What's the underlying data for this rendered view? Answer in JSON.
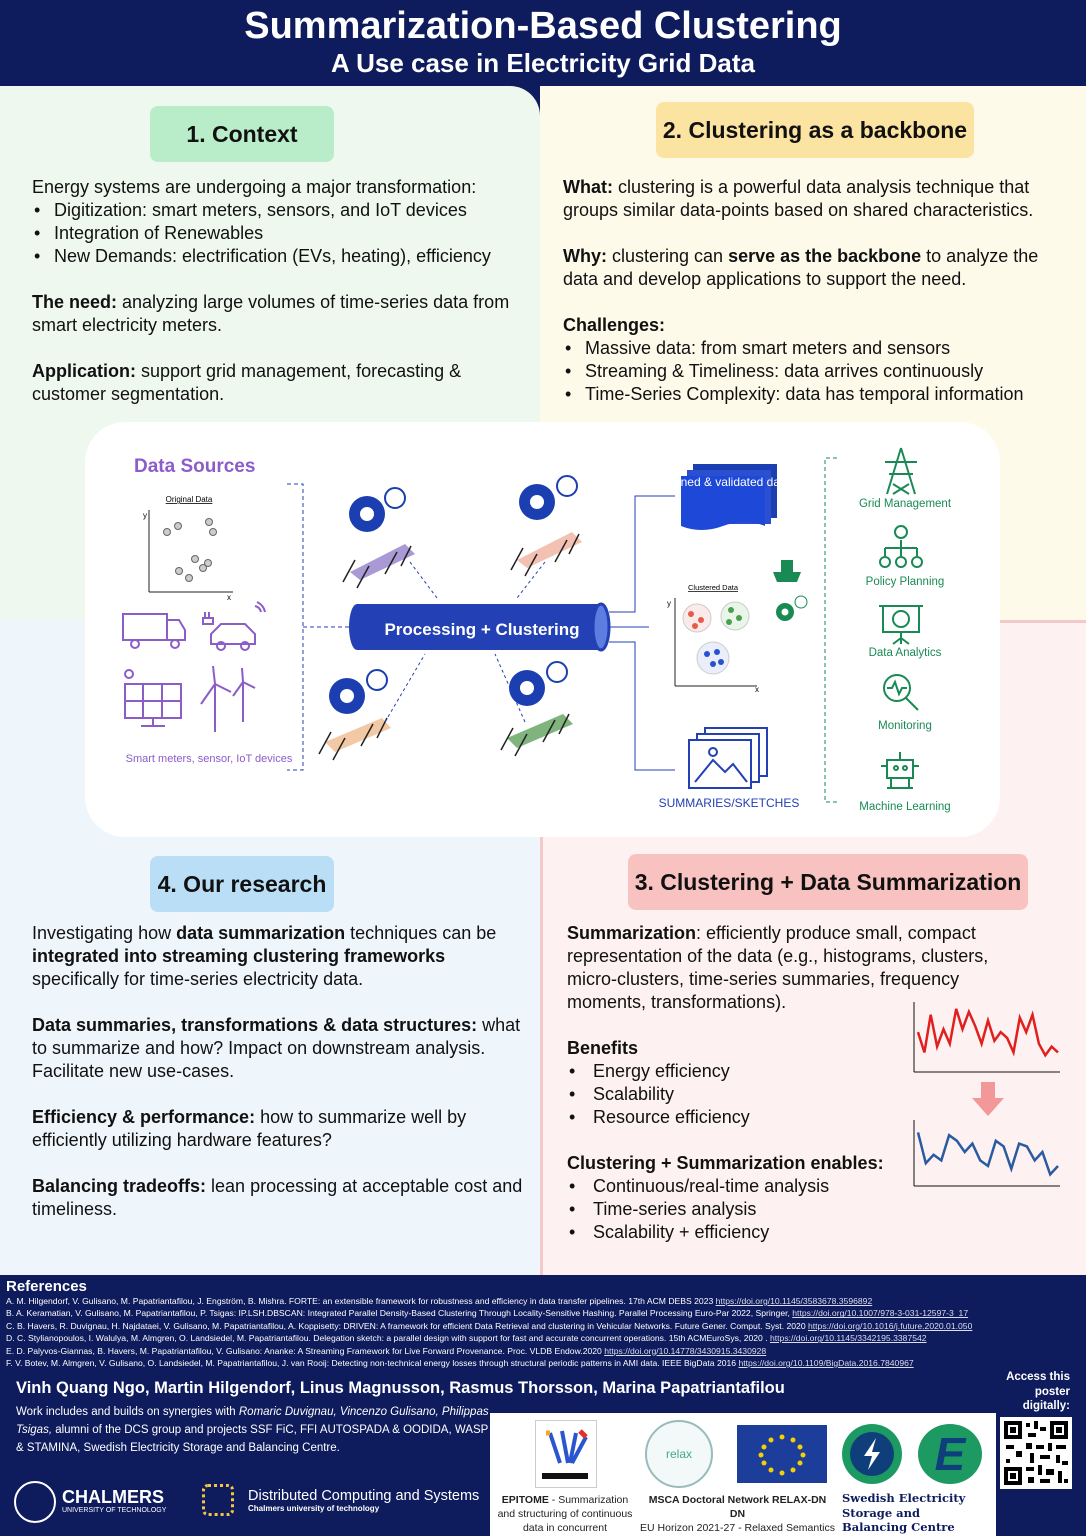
{
  "header": {
    "title": "Summarization-Based Clustering",
    "subtitle": "A Use case in Electricity Grid Data"
  },
  "context": {
    "heading": "1. Context",
    "intro": "Energy systems are undergoing a major transformation:",
    "bullets": [
      "Digitization: smart meters, sensors, and IoT devices",
      "Integration of Renewables",
      "New Demands: electrification (EVs, heating), efficiency"
    ],
    "need_label": "The need:",
    "need_text": " analyzing large volumes of time-series data from smart electricity meters.",
    "app_label": "Application:",
    "app_text": " support grid management, forecasting & customer segmentation."
  },
  "backbone": {
    "heading": "2. Clustering as a backbone",
    "what_label": "What:",
    "what_text": " clustering is a powerful data analysis technique that groups similar data-points based on shared characteristics.",
    "why_label": "Why:",
    "why_text1": " clustering can ",
    "why_bold": "serve as the backbone",
    "why_text2": " to analyze the data and develop applications to support the need.",
    "challenges_label": "Challenges:",
    "challenges": [
      "Massive data: from smart meters and sensors",
      "Streaming & Timeliness: data arrives continuously",
      "Time-Series Complexity: data has temporal information"
    ]
  },
  "diagram": {
    "sources_title": "Data Sources",
    "original_data": "Original Data",
    "devices_label": "Smart meters, sensor, IoT devices",
    "processing": "Processing + Clustering",
    "cleaned": "Cleaned & validated data",
    "clustered_data": "Clustered Data",
    "summaries": "SUMMARIES/SKETCHES",
    "axis_x": "x",
    "axis_y": "y",
    "apps": [
      "Grid Management",
      "Policy Planning",
      "Data Analytics",
      "Monitoring",
      "Machine Learning"
    ]
  },
  "research": {
    "heading": "4. Our research",
    "p1a": "Investigating how ",
    "p1b": "data summarization",
    "p1c": " techniques can be ",
    "p1d": "integrated into streaming clustering frameworks",
    "p1e": " specifically for time-series electricity data.",
    "p2_label": "Data summaries, transformations & data structures:",
    "p2_text": " what to summarize and how? Impact on downstream analysis. Facilitate new use-cases.",
    "p3_label": "Efficiency & performance:",
    "p3_text": " how to summarize well by efficiently utilizing hardware features?",
    "p4_label": "Balancing tradeoffs:",
    "p4_text": " lean processing at acceptable cost and timeliness."
  },
  "summarization": {
    "heading": "3. Clustering + Data Summarization",
    "def_label": "Summarization",
    "def_text": ": efficiently produce small, compact representation of the data (e.g., histograms, clusters, micro-clusters, time-series summaries, frequency moments, transformations).",
    "benefits_label": "Benefits",
    "benefits": [
      "Energy efficiency",
      "Scalability",
      "Resource efficiency"
    ],
    "enables_label": "Clustering + Summarization enables:",
    "enables": [
      "Continuous/real-time analysis",
      "Time-series analysis",
      "Scalability + efficiency"
    ],
    "red_series": [
      0.55,
      0.2,
      0.85,
      0.3,
      0.6,
      0.35,
      0.95,
      0.6,
      0.9,
      0.65,
      0.35,
      0.75,
      0.4,
      0.55,
      0.45,
      0.2,
      0.8,
      0.55,
      0.85,
      0.35,
      0.15,
      0.3,
      0.2
    ],
    "blue_series": [
      0.85,
      0.3,
      0.45,
      0.35,
      0.8,
      0.7,
      0.5,
      0.65,
      0.35,
      0.25,
      0.7,
      0.6,
      0.2,
      0.65,
      0.6,
      0.35,
      0.5,
      0.1,
      0.25
    ]
  },
  "references": {
    "title": "References",
    "items": [
      {
        "letter": "A.",
        "text": "M. Hilgendorf, V. Gulisano, M. Papatriantafilou, J. Engström,  B. Mishra. FORTE: an extensible framework for robustness and efficiency in data transfer pipelines. 17th ACM DEBS 2023 ",
        "link": "https://doi.org/10.1145/3583678.3596892"
      },
      {
        "letter": "B.",
        "text": "A. Keramatian, V. Gulisano, M. Papatriantafilou, P. Tsigas: IP.LSH.DBSCAN: Integrated Parallel Density-Based Clustering Through Locality-Sensitive Hashing. Parallel Processing Euro-Par 2022, Springer, ",
        "link": "https://doi.org/10.1007/978-3-031-12597-3_17"
      },
      {
        "letter": "C.",
        "text": "B. Havers, R. Duvignau, H. Najdataei, V. Gulisano, M. Papatriantafilou, A. Koppisetty: DRIVEN: A framework for efficient Data Retrieval and clustering in Vehicular Networks. Future Gener. Comput. Syst. 2020 ",
        "link": "https://doi.org/10.1016/j.future.2020.01.050"
      },
      {
        "letter": "D.",
        "text": "C. Stylianopoulos, I. Walulya, M. Almgren, O. Landsiedel, M. Papatriantafilou. Delegation sketch: a parallel design with support for fast and accurate concurrent operations. 15th ACMEuroSys, 2020 .  ",
        "link": "https://doi.org/10.1145/3342195.3387542"
      },
      {
        "letter": "E.",
        "text": "D. Palyvos-Giannas, B. Havers, M.  Papatriantafilou, V. Gulisano: Ananke: A Streaming Framework for Live Forward Provenance. Proc. VLDB Endow.2020 ",
        "link": "https://doi.org/10.14778/3430915.3430928"
      },
      {
        "letter": "F.",
        "text": "V. Botev, M. Almgren, V. Gulisano, O. Landsiedel, M. Papatriantafilou, J. van Rooij: Detecting non-technical energy losses through structural periodic patterns in AMI data. IEEE BigData 2016 ",
        "link": "https://doi.org/10.1109/BigData.2016.7840967"
      }
    ]
  },
  "footer": {
    "authors": "Vinh Quang Ngo, Martin Hilgendorf, Linus Magnusson, Rasmus Thorsson, Marina Papatriantafilou",
    "note1": "Work includes and builds on synergies with ",
    "note1_it": "Romaric Duvignau, Vincenzo Gulisano, Philippas Tsigas,",
    "note2": " alumni of the DCS group and projects SSF FiC, FFI AUTOSPADA & OODIDA, WASP SAS & STAMINA, Swedish Electricity Storage and Balancing Centre.",
    "access": "Access this poster digitally:",
    "chalmers": "CHALMERS",
    "chalmers_sub": "UNIVERSITY OF TECHNOLOGY",
    "dcs": "Distributed Computing and Systems",
    "dcs_sub": "Chalmers university of technology",
    "epitome_b": "EPITOME",
    "epitome": " - Summarization and structuring of continuous data in concurrent",
    "relax_logo": "relax",
    "msca": "MSCA Doctoral Network RELAX-DN",
    "msca2": "DN",
    "msca3": "EU Horizon 2021-27 -  Relaxed Semantics",
    "sesbc1": "Swedish Electricity",
    "sesbc2": "Storage and",
    "sesbc3": "Balancing Centre"
  },
  "colors": {
    "navy": "#0e1b5c",
    "green_pill": "#b9ecc9",
    "yellow_pill": "#fbe3a1",
    "blue_pill": "#b9def6",
    "pink_pill": "#f7c2c0",
    "purple": "#8c5cc9",
    "pipe": "#2340b5",
    "app_green": "#1a8a55"
  }
}
